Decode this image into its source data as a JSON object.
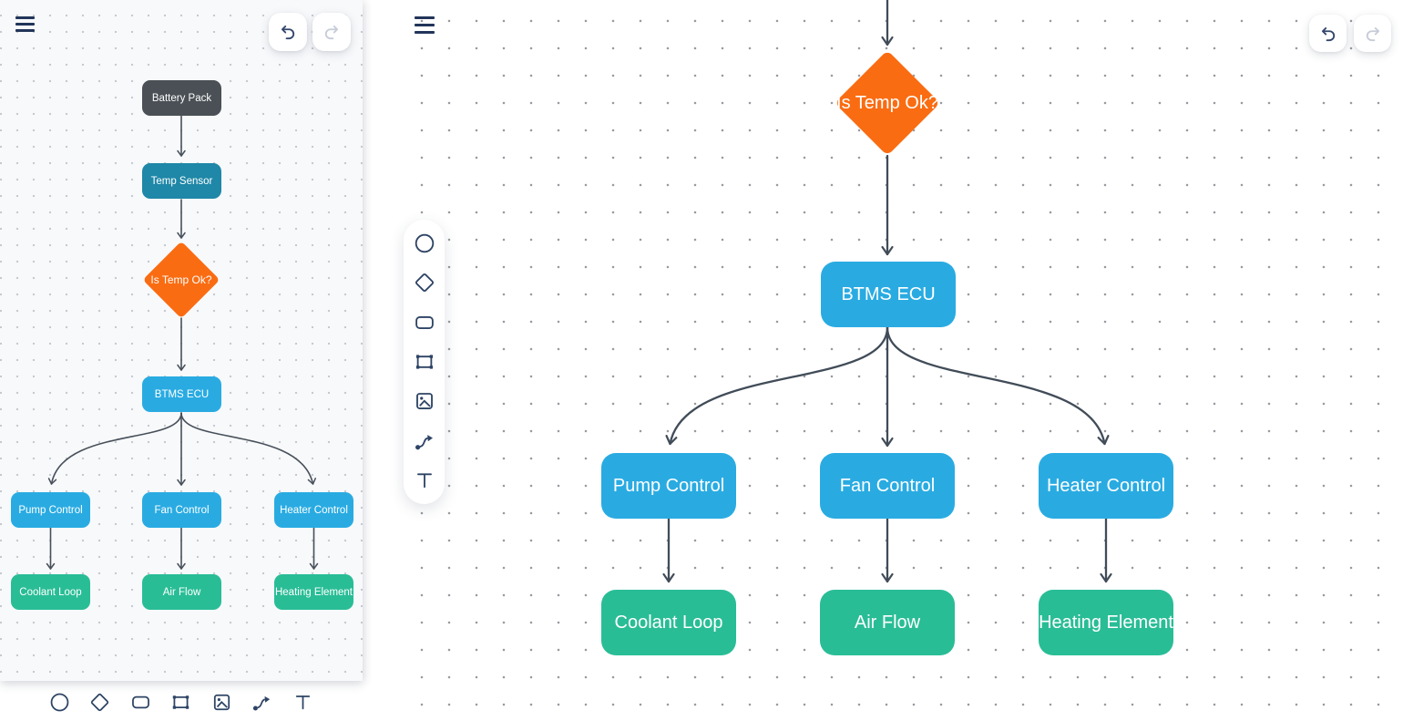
{
  "colors": {
    "node_dark": "#4a5056",
    "node_teal": "#1f87a7",
    "node_orange": "#fa6c12",
    "node_blue": "#29abe2",
    "node_green": "#29bd96",
    "edge": "#434d58",
    "toolbar_icon": "#2e4465",
    "undo_icon": "#33466b",
    "redo_icon": "#c6ccd8",
    "canvas_left_bg": "#f8f9fb",
    "canvas_right_bg": "#ffffff"
  },
  "left_panel": {
    "nodes": [
      {
        "label": "Battery Pack",
        "type": "process",
        "color": "#4a5056"
      },
      {
        "label": "Temp Sensor",
        "type": "process",
        "color": "#1f87a7"
      },
      {
        "label": "Is Temp Ok?",
        "type": "decision",
        "color": "#fa6c12"
      },
      {
        "label": "BTMS ECU",
        "type": "process",
        "color": "#29abe2"
      },
      {
        "label": "Pump Control",
        "type": "process",
        "color": "#29abe2"
      },
      {
        "label": "Fan Control",
        "type": "process",
        "color": "#29abe2"
      },
      {
        "label": "Heater Control",
        "type": "process",
        "color": "#29abe2"
      },
      {
        "label": "Coolant Loop",
        "type": "process",
        "color": "#29bd96"
      },
      {
        "label": "Air Flow",
        "type": "process",
        "color": "#29bd96"
      },
      {
        "label": "Heating Element",
        "type": "process",
        "color": "#29bd96"
      }
    ],
    "shape_toolbar": [
      "circle-icon",
      "diamond-icon",
      "rounded-rectangle-icon",
      "frame-icon",
      "image-icon",
      "connector-icon",
      "text-icon"
    ],
    "controls": [
      "hamburger-menu-icon",
      "undo-icon",
      "redo-icon"
    ]
  },
  "right_panel": {
    "nodes": [
      {
        "label": "Is Temp Ok?",
        "type": "decision",
        "color": "#fa6c12"
      },
      {
        "label": "BTMS ECU",
        "type": "process",
        "color": "#29abe2"
      },
      {
        "label": "Pump Control",
        "type": "process",
        "color": "#29abe2"
      },
      {
        "label": "Fan Control",
        "type": "process",
        "color": "#29abe2"
      },
      {
        "label": "Heater Control",
        "type": "process",
        "color": "#29abe2"
      },
      {
        "label": "Coolant Loop",
        "type": "process",
        "color": "#29bd96"
      },
      {
        "label": "Air Flow",
        "type": "process",
        "color": "#29bd96"
      },
      {
        "label": "Heating Element",
        "type": "process",
        "color": "#29bd96"
      }
    ],
    "shape_toolbar": [
      "circle-icon",
      "diamond-icon",
      "rounded-rectangle-icon",
      "frame-icon",
      "image-icon",
      "connector-icon",
      "text-icon"
    ],
    "controls": [
      "hamburger-menu-icon",
      "undo-icon",
      "redo-icon"
    ]
  }
}
